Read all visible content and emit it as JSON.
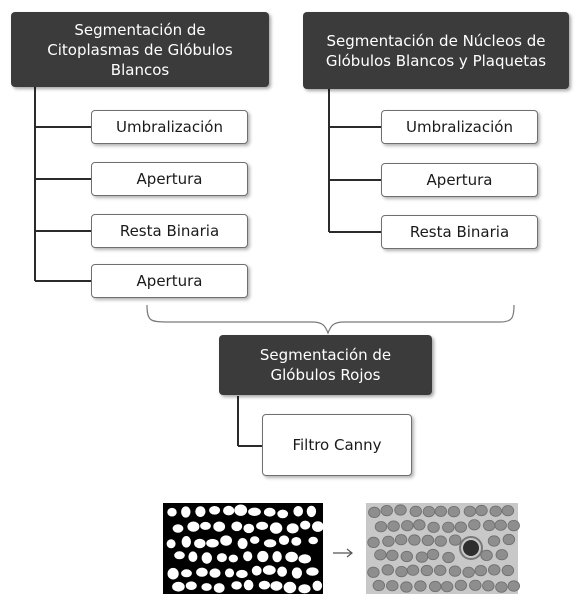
{
  "left_branch": {
    "title": "Segmentación de\nCitoplasmas de Glóbulos\nBlancos",
    "steps": [
      "Umbralización",
      "Apertura",
      "Resta Binaria",
      "Apertura"
    ]
  },
  "right_branch": {
    "title": "Segmentación de Núcleos de\nGlóbulos Blancos  y Plaquetas",
    "steps": [
      "Umbralización",
      "Apertura",
      "Resta Binaria"
    ]
  },
  "merge": {
    "title": "Segmentación de\nGlóbulos Rojos",
    "steps": [
      "Filtro Canny"
    ]
  },
  "result_images": {
    "binary_mask": "binary-cell-mask",
    "arrow": "→",
    "microscopy": "blood-smear-micrograph"
  },
  "colors": {
    "dark_box": "#3b3b3b",
    "line": "#2b2b2b",
    "cell_background": "#c8c8c8",
    "red_cell": "#8e8e8e",
    "white_cell": "#2e2e2e"
  }
}
